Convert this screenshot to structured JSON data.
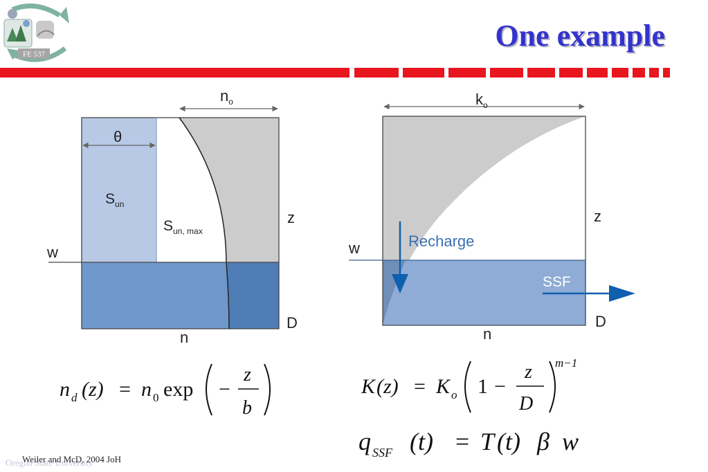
{
  "slide": {
    "title": "One example",
    "citation": "Weiler and McD, 2004 JoH",
    "institution": "Oregon State University"
  },
  "logo": {
    "badge_text": "FE 537"
  },
  "diagram_left": {
    "top_label": "n",
    "top_label_sub": "o",
    "theta_label": "θ",
    "s_un_label": "S",
    "s_un_sub": "un",
    "s_unmax_label": "S",
    "s_unmax_sub": "un, max",
    "z_label": "z",
    "w_label": "w",
    "d_label": "D",
    "bottom_label": "n"
  },
  "diagram_right": {
    "top_label": "k",
    "top_label_sub": "o",
    "z_label": "z",
    "w_label": "w",
    "recharge_label": "Recharge",
    "ssf_label": "SSF",
    "d_label": "D",
    "bottom_label": "n"
  },
  "equations": {
    "eq1": {
      "n": "n",
      "d": "d",
      "z_arg": "(z)",
      "equals": "=",
      "n0": "n",
      "zero": "0",
      "exp": "exp",
      "minus": "−",
      "num": "z",
      "den": "b"
    },
    "eq2": {
      "K": "K",
      "z_arg": "(z)",
      "equals": "=",
      "Ko": "K",
      "o": "o",
      "one": "1",
      "minus": "−",
      "num": "z",
      "den": "D",
      "exponent": "m−1"
    },
    "eq3": {
      "q": "q",
      "sub": "SSF",
      "t_arg": "(t)",
      "equals": "=",
      "T": "T",
      "t_arg2": "(t)",
      "beta": "β",
      "w": "w"
    }
  },
  "colors": {
    "title": "#3333cc",
    "divider": "#e8161f",
    "light_blue": "#b8c9e6",
    "mid_blue": "#6f98cb",
    "dark_blue": "#4f7db5",
    "saturated_blue": "#8eacd6",
    "gray_fill": "#cccccc",
    "arrow_blue": "#0f5fae"
  }
}
